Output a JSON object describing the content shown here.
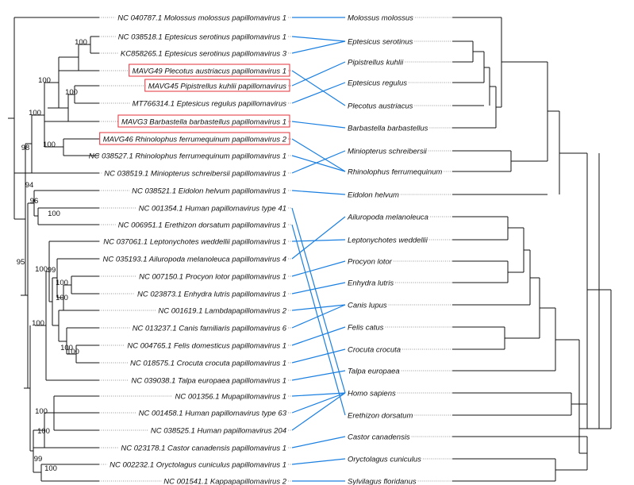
{
  "virus_labels": [
    "NC 040787.1 Molossus molossus papillomavirus 1",
    "NC 038518.1 Eptesicus serotinus papillomavirus 1",
    "KC858265.1 Eptesicus serotinus papillomavirus 3",
    "MAVG49 Plecotus austriacus papillomavirus 1",
    "MAVG45 Pipistrellus kuhlii papillomavirus",
    "MT766314.1 Eptesicus regulus papillomavirus",
    "MAVG3 Barbastella barbastellus papillomavirus 1",
    "MAVG46 Rhinolophus ferrumequinum papillomavirus 2",
    "NC 038527.1 Rhinolophus ferrumequinum papillomavirus 1",
    "NC 038519.1 Miniopterus schreibersii papillomavirus 1",
    "NC 038521.1 Eidolon helvum papillomavirus 1",
    "NC 001354.1 Human papillomavirus type 41",
    "NC 006951.1 Erethizon dorsatum papillomavirus 1",
    "NC 037061.1 Leptonychotes weddellii papillomavirus 1",
    "NC 035193.1 Ailuropoda melanoleuca papillomavirus 4",
    "NC 007150.1 Procyon lotor papillomavirus 1",
    "NC 023873.1 Enhydra lutris papillomavirus 1",
    "NC 001619.1 Lambdapapillomavirus 2",
    "NC 013237.1 Canis familiaris papillomavirus 6",
    "NC 004765.1 Felis domesticus papillomavirus 1",
    "NC 018575.1 Crocuta crocuta papillomavirus 1",
    "NC 039038.1 Talpa europaea papillomavirus 1",
    "NC 001356.1 Mupapillomavirus 1",
    "NC 001458.1 Human papillomavirus type 63",
    "NC 038525.1 Human papillomavirus 204",
    "NC 023178.1 Castor canadensis papillomavirus 1",
    "NC 002232.1 Oryctolagus cuniculus papillomavirus 1",
    "NC 001541.1 Kappapapillomavirus 2"
  ],
  "highlighted_virus_indices": [
    3,
    4,
    6,
    7
  ],
  "host_labels": [
    "Molossus molossus",
    "Eptesicus serotinus",
    "Pipistrellus kuhlii",
    "Eptesicus regulus",
    "Plecotus austriacus",
    "Barbastella barbastellus",
    "Miniopterus schreibersii",
    "Rhinolophus ferrumequinum",
    "Eidolon helvum",
    "Ailuropoda melanoleuca",
    "Leptonychotes weddellii",
    "Procyon lotor",
    "Enhydra lutris",
    "Canis lupus",
    "Felis catus",
    "Crocuta crocuta",
    "Talpa europaea",
    "Homo sapiens",
    "Erethizon dorsatum",
    "Castor canadensis",
    "Oryctolagus cuniculus",
    "Sylvilagus floridanus"
  ],
  "associations": [
    [
      0,
      0
    ],
    [
      1,
      1
    ],
    [
      2,
      1
    ],
    [
      3,
      4
    ],
    [
      4,
      2
    ],
    [
      5,
      3
    ],
    [
      6,
      5
    ],
    [
      7,
      7
    ],
    [
      8,
      7
    ],
    [
      9,
      6
    ],
    [
      10,
      8
    ],
    [
      11,
      17
    ],
    [
      12,
      18
    ],
    [
      13,
      10
    ],
    [
      14,
      9
    ],
    [
      15,
      11
    ],
    [
      16,
      12
    ],
    [
      17,
      13
    ],
    [
      18,
      13
    ],
    [
      19,
      14
    ],
    [
      20,
      15
    ],
    [
      21,
      16
    ],
    [
      22,
      17
    ],
    [
      23,
      17
    ],
    [
      24,
      17
    ],
    [
      25,
      19
    ],
    [
      26,
      20
    ],
    [
      27,
      21
    ]
  ],
  "bootstrap_values": [
    "100",
    "100",
    "100",
    "100",
    "100",
    "100",
    "98",
    "94",
    "96",
    "100",
    "95",
    "100",
    "99",
    "100",
    "100",
    "100",
    "100",
    "100",
    "100",
    "99",
    "100"
  ],
  "colors": {
    "association": "#1a7fe0",
    "highlight_box": "#e0303a",
    "tree": "#111111"
  }
}
